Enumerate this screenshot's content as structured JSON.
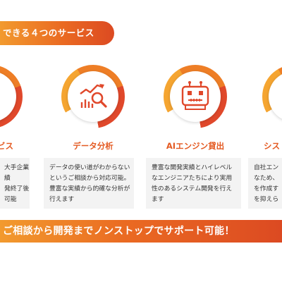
{
  "header": {
    "banner_text": "できる４つのサービス"
  },
  "services": [
    {
      "icon": "partial-circle-icon",
      "title": "ビス",
      "lines": [
        "大手企業",
        "績",
        "発終了後",
        "可能"
      ]
    },
    {
      "icon": "data-analysis-icon",
      "title": "データ分析",
      "lines": [
        "データの使い道がわからない",
        "というご相談から対応可能。",
        "豊富な実績から的確な分析が",
        "行えます"
      ]
    },
    {
      "icon": "robot-icon",
      "title": "AIエンジン貸出",
      "lines": [
        "豊富な開発実績とハイレベル",
        "なエンジニアたちにより実用",
        "性のあるシステム開発を行え",
        "ます"
      ]
    },
    {
      "icon": "partial-circle-icon",
      "title": "シス",
      "lines": [
        "自社エン",
        "なため、",
        "を作成す",
        "を抑えら"
      ]
    }
  ],
  "footer": {
    "text": "ご相談から開発までノンストップでサポート可能！"
  },
  "colors": {
    "accent": "#e45a22",
    "accent_light": "#f5a531",
    "card_bg": "#f3f3f3"
  }
}
